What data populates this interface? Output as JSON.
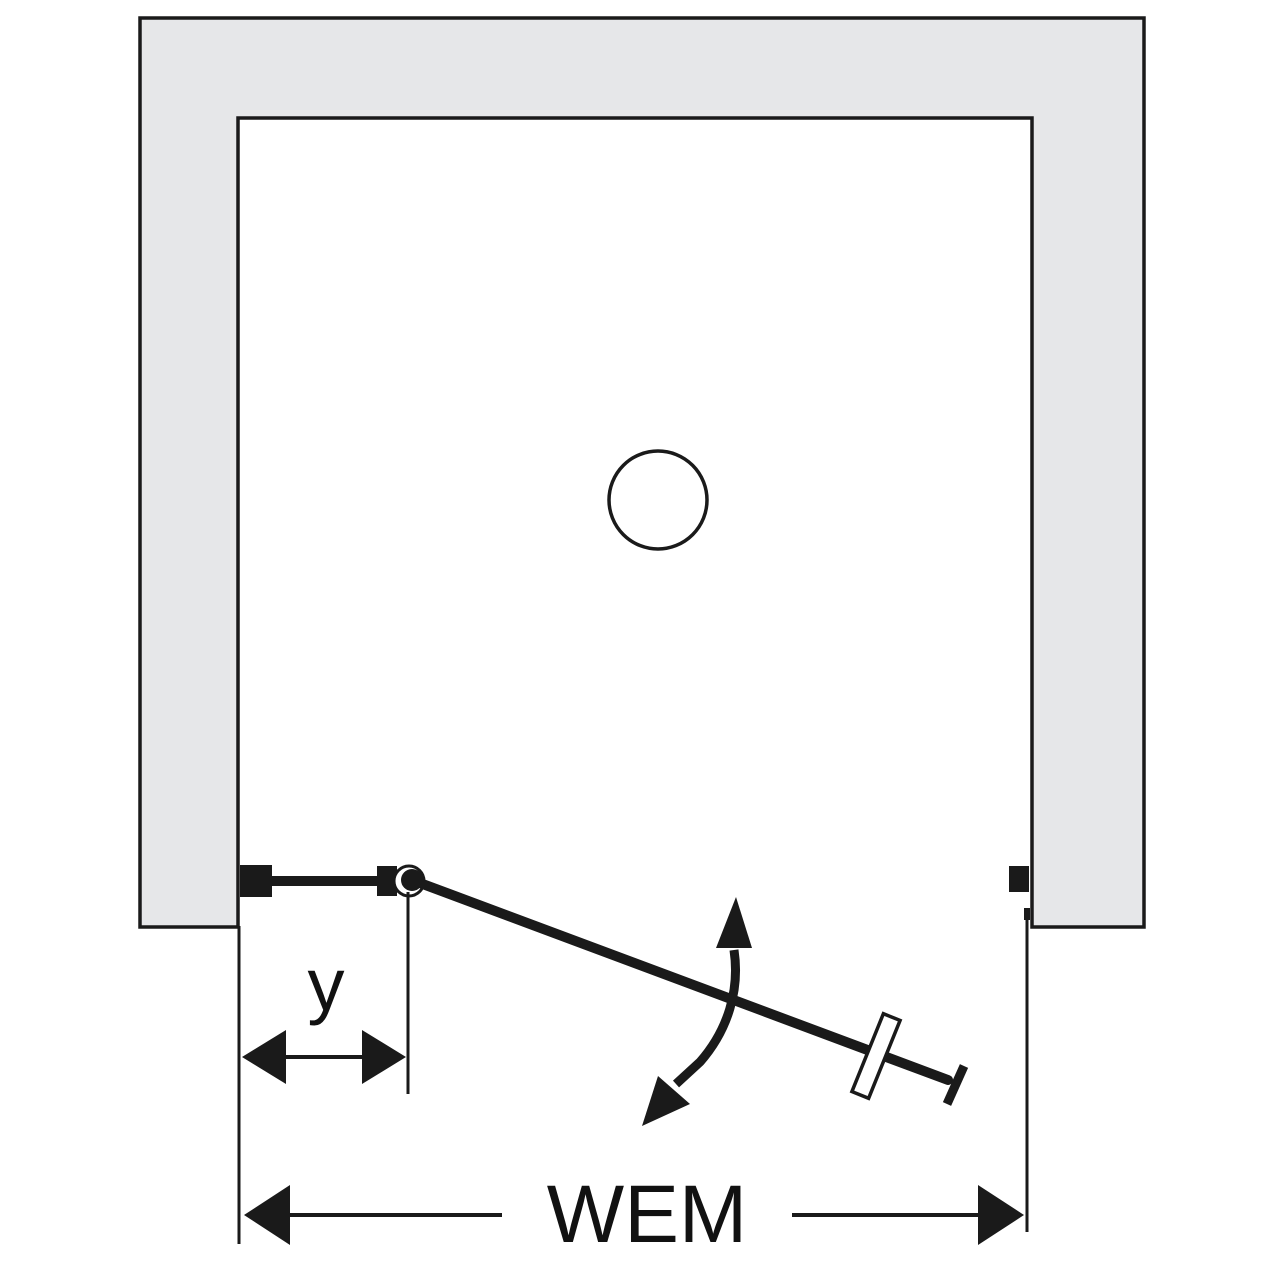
{
  "labels": {
    "offset": "y",
    "width": "WEM"
  },
  "colors": {
    "wall_fill": "#e6e7e9",
    "line": "#1a1a1a",
    "background": "#ffffff"
  },
  "icons": {
    "drain": "circle",
    "hinge": "hinge-icon",
    "handle": "handle-icon",
    "swing": "double-curved-arrow-icon"
  }
}
